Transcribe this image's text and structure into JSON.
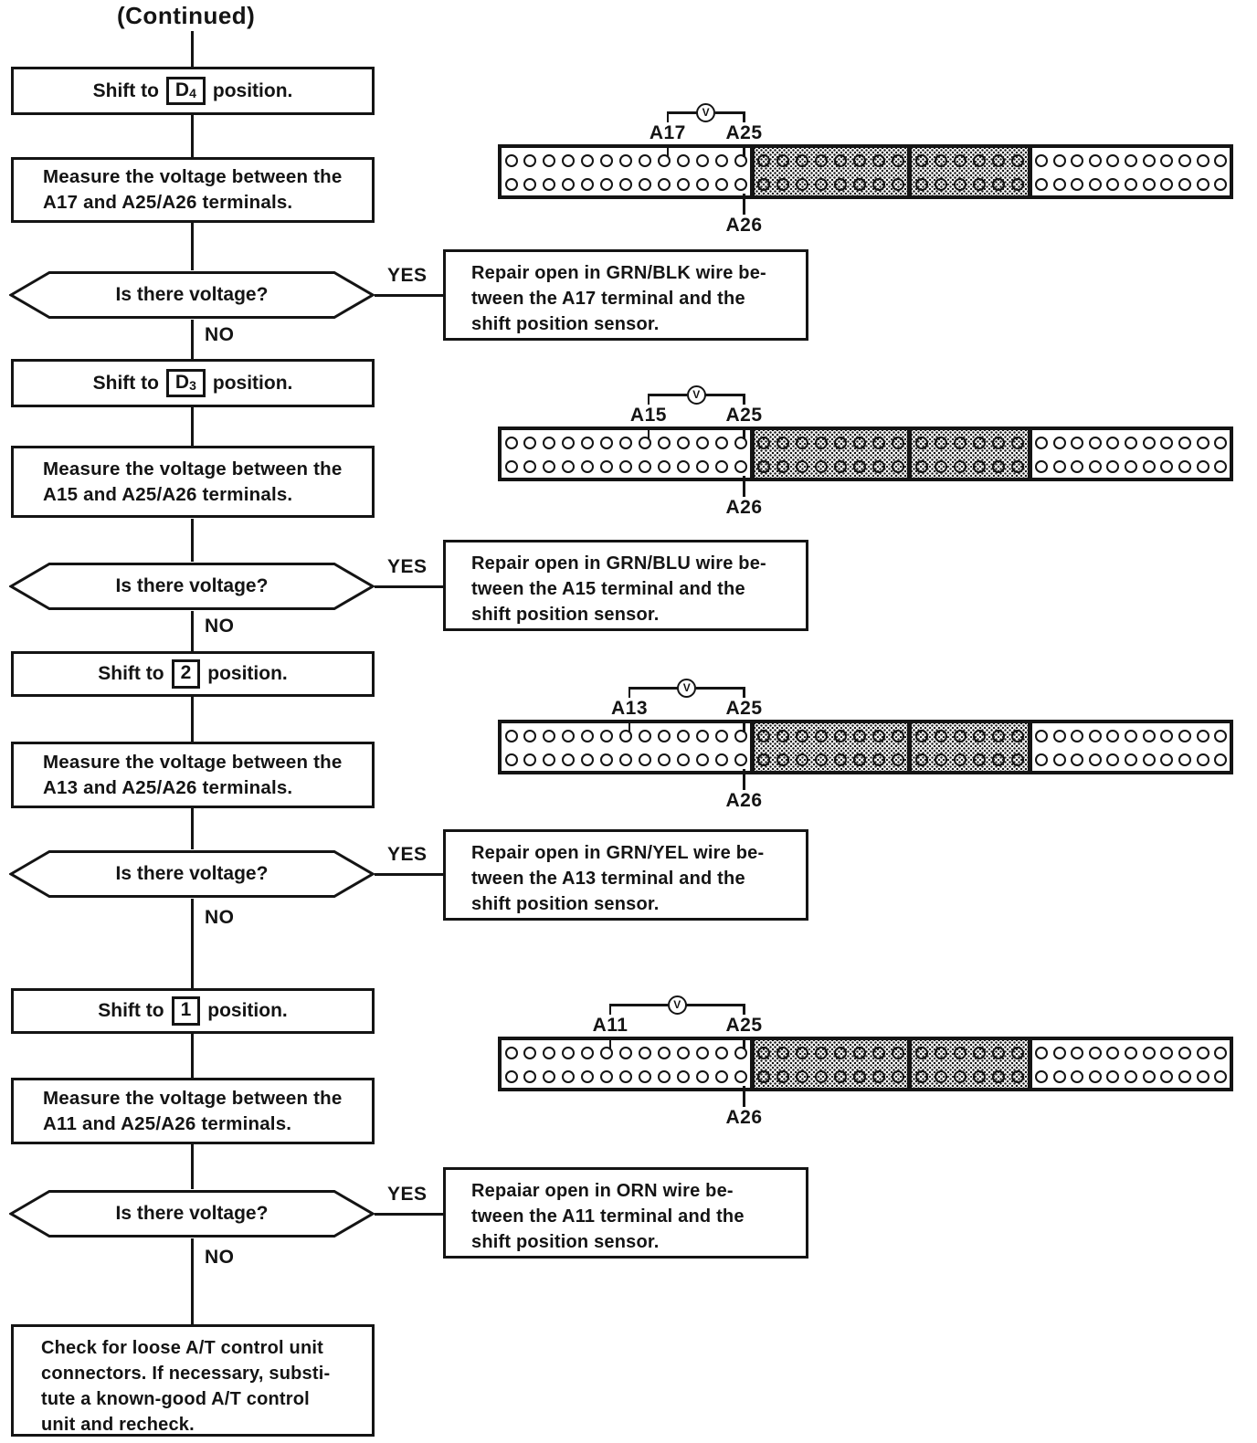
{
  "title": "(Continued)",
  "groups": [
    {
      "shift": {
        "prefix": "Shift to",
        "boxed_main": "D",
        "boxed_sub": "4",
        "suffix": "position."
      },
      "measure_lines": [
        "Measure the voltage between the",
        "A17 and A25/A26 terminals."
      ],
      "decision": "Is there voltage?",
      "yes": "YES",
      "no": "NO",
      "repair_lines": [
        "Repair open in GRN/BLK wire be-",
        "tween the A17 terminal and the",
        "shift position sensor."
      ],
      "connector": {
        "meter": "V",
        "left_label": "A17",
        "right_label": "A25",
        "bottom_label": "A26",
        "left_pin": 9,
        "right_pin": 13,
        "bottom_pin": 13
      }
    },
    {
      "shift": {
        "prefix": "Shift to",
        "boxed_main": "D",
        "boxed_sub": "3",
        "suffix": "position."
      },
      "measure_lines": [
        "Measure the voltage between the",
        "A15 and A25/A26 terminals."
      ],
      "decision": "Is there voltage?",
      "yes": "YES",
      "no": "NO",
      "repair_lines": [
        "Repair open in GRN/BLU wire be-",
        "tween the A15 terminal and the",
        "shift position sensor."
      ],
      "connector": {
        "meter": "V",
        "left_label": "A15",
        "right_label": "A25",
        "bottom_label": "A26",
        "left_pin": 8,
        "right_pin": 13,
        "bottom_pin": 13
      }
    },
    {
      "shift": {
        "prefix": "Shift to",
        "boxed_main": "2",
        "boxed_sub": "",
        "suffix": "position."
      },
      "measure_lines": [
        "Measure the voltage between the",
        "A13 and A25/A26 terminals."
      ],
      "decision": "Is there voltage?",
      "yes": "YES",
      "no": "NO",
      "repair_lines": [
        "Repair open in GRN/YEL wire be-",
        "tween the A13 terminal and the",
        "shift position sensor."
      ],
      "connector": {
        "meter": "V",
        "left_label": "A13",
        "right_label": "A25",
        "bottom_label": "A26",
        "left_pin": 7,
        "right_pin": 13,
        "bottom_pin": 13
      }
    },
    {
      "shift": {
        "prefix": "Shift to",
        "boxed_main": "1",
        "boxed_sub": "",
        "suffix": "position."
      },
      "measure_lines": [
        "Measure the voltage between the",
        "A11 and A25/A26 terminals."
      ],
      "decision": "Is there voltage?",
      "yes": "YES",
      "no": "NO",
      "repair_lines": [
        "Repaiar open in ORN wire be-",
        "tween the A11 terminal and the",
        "shift position sensor."
      ],
      "connector": {
        "meter": "V",
        "left_label": "A11",
        "right_label": "A25",
        "bottom_label": "A26",
        "left_pin": 6,
        "right_pin": 13,
        "bottom_pin": 13
      }
    }
  ],
  "final_lines": [
    "Check for loose A/T control unit",
    "connectors. If necessary, substi-",
    "tute a known-good A/T control",
    "unit and recheck."
  ],
  "connector_sections": [
    {
      "pins": 13,
      "shaded": false
    },
    {
      "pins": 8,
      "shaded": true
    },
    {
      "pins": 6,
      "shaded": true
    },
    {
      "pins": 11,
      "shaded": false
    }
  ],
  "colors": {
    "ink": "#141414",
    "paper": "#ffffff"
  }
}
